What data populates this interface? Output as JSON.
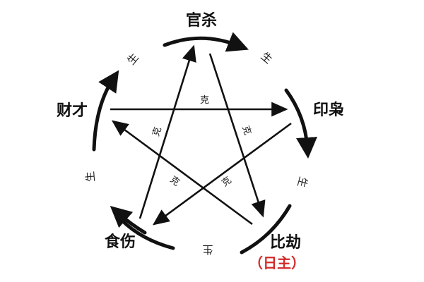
{
  "diagram": {
    "nodes": {
      "guansha": {
        "label": "官杀"
      },
      "yinxiao": {
        "label": "印枭"
      },
      "bijie": {
        "label": "比劫",
        "sub_label": "（日主）"
      },
      "shishang": {
        "label": "食伤"
      },
      "caicai": {
        "label": "财才"
      }
    },
    "generate_label": "生",
    "overcome_label": "克",
    "generate_cycle": [
      {
        "from": "官杀",
        "to": "印枭",
        "label": "生"
      },
      {
        "from": "印枭",
        "to": "比劫",
        "label": "生"
      },
      {
        "from": "比劫",
        "to": "食伤",
        "label": "生"
      },
      {
        "from": "食伤",
        "to": "财才",
        "label": "生"
      },
      {
        "from": "财才",
        "to": "官杀",
        "label": "生"
      }
    ],
    "overcome_cycle": [
      {
        "from": "财才",
        "to": "印枭",
        "label": "克"
      },
      {
        "from": "印枭",
        "to": "食伤",
        "label": "克"
      },
      {
        "from": "食伤",
        "to": "官杀",
        "label": "克"
      },
      {
        "from": "官杀",
        "to": "比劫",
        "label": "克"
      },
      {
        "from": "比劫",
        "to": "财才",
        "label": "克"
      }
    ],
    "colors": {
      "line": "#111111",
      "highlight": "#d42a2a",
      "background": "#ffffff"
    }
  }
}
